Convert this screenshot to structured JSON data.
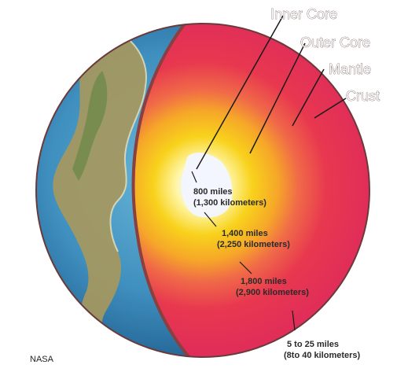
{
  "layers": {
    "inner_core": "Inner Core",
    "outer_core": "Outer Core",
    "mantle": "Mantle",
    "crust": "Crust"
  },
  "depths": {
    "inner": {
      "miles": "800 miles",
      "km": "(1,300 kilometers)"
    },
    "outer": {
      "miles": "1,400 miles",
      "km": "(2,250 kilometers)"
    },
    "mantle": {
      "miles": "1,800 miles",
      "km": "(2,900 kilometers)"
    },
    "crust": {
      "miles": "5 to 25 miles",
      "km": "(8to 40 kilometers)"
    }
  },
  "credit": "NASA",
  "colors": {
    "ocean": "#3f8fbf",
    "land": "#9a8a55",
    "crust_band": "#8a4040",
    "mantle": "#e8344e",
    "outer_core": "#f6c91a",
    "inner_core": "#f2f6ff"
  }
}
